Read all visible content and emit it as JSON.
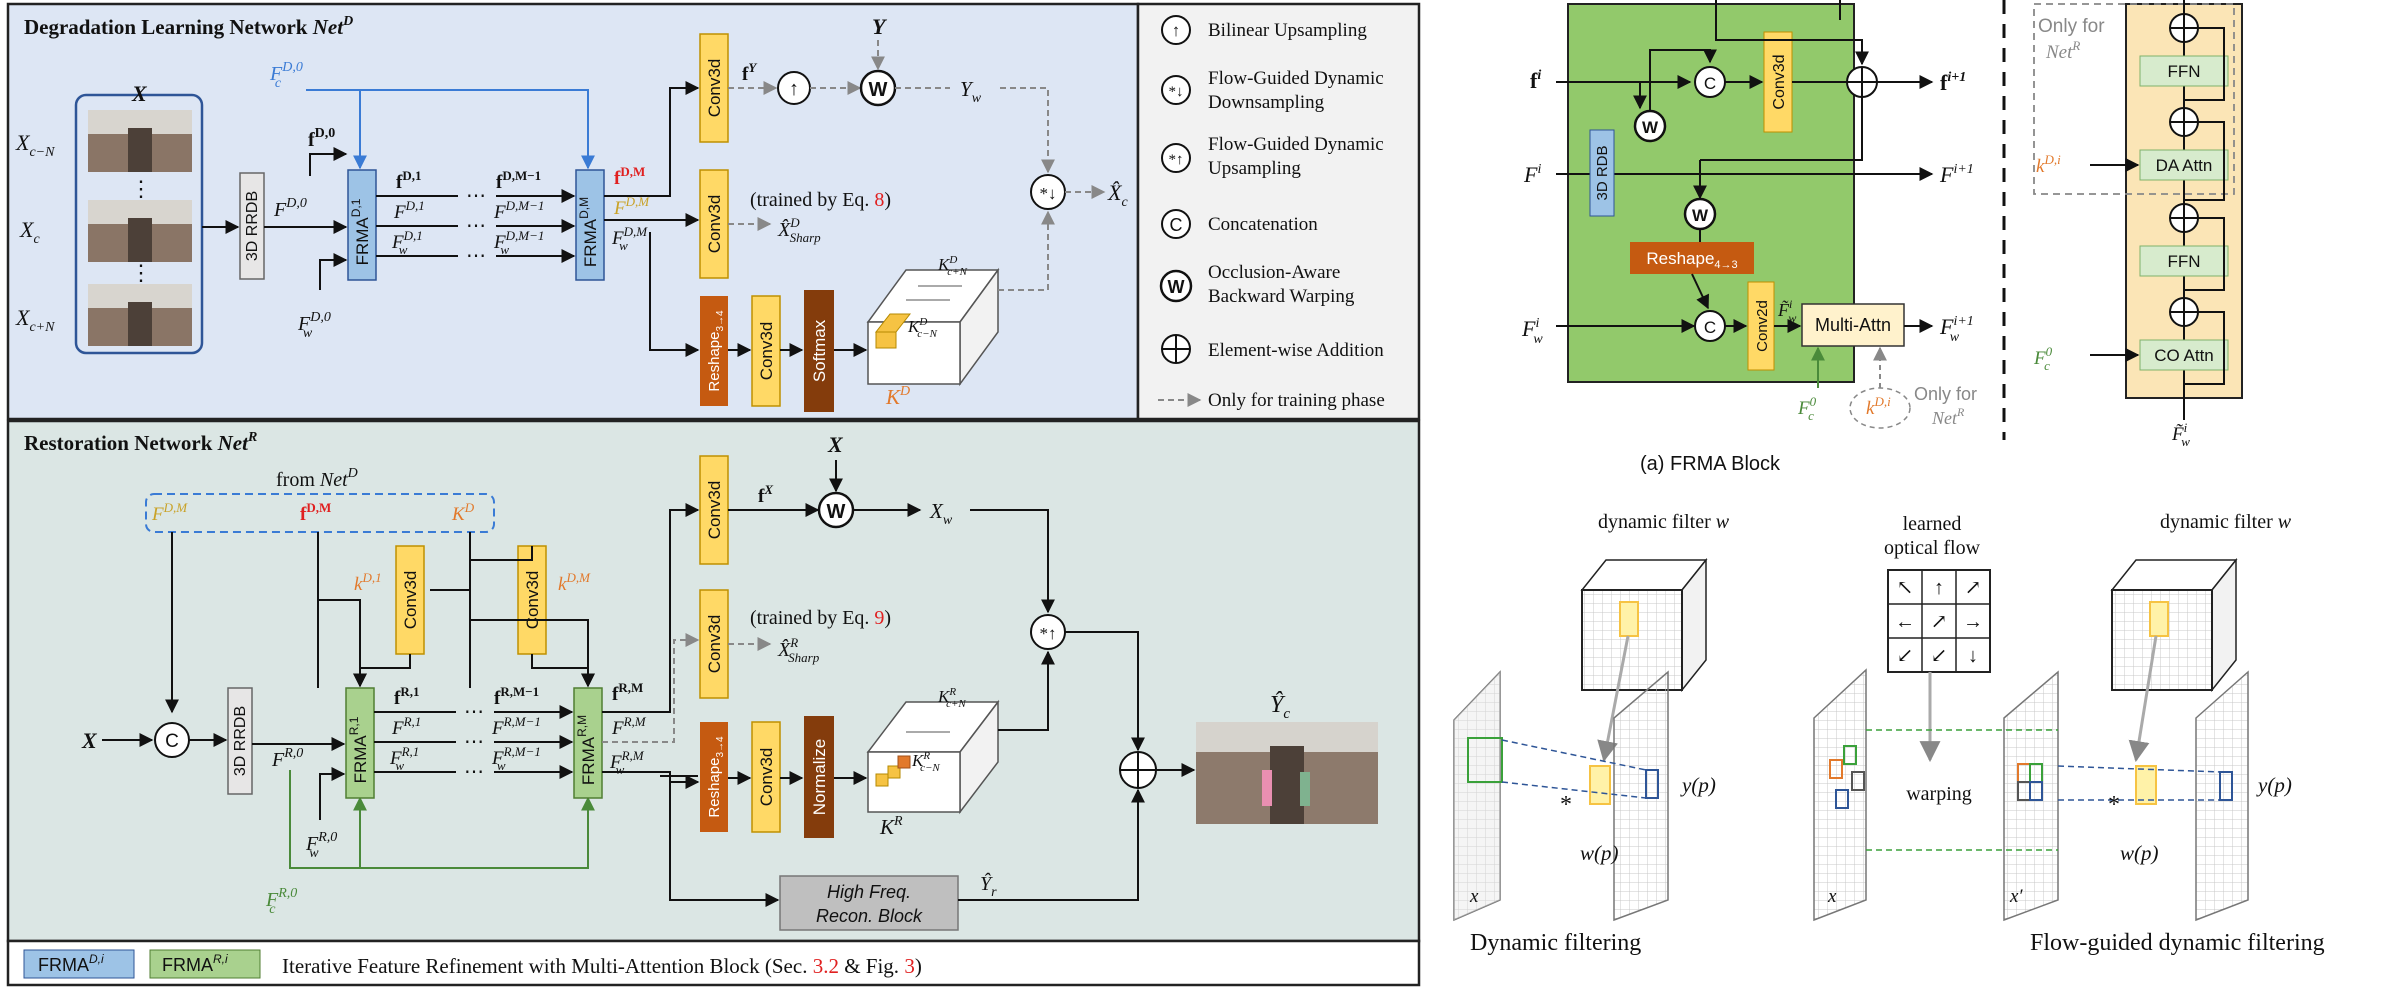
{
  "colors": {
    "panel_deg": "#dde6f4",
    "panel_res": "#dbe6e4",
    "legend_bg": "#f2f2f2",
    "frma_d": "#9dc3e6",
    "frma_r": "#a9d18e",
    "conv": "#ffd966",
    "reshape": "#c55a11",
    "softmax": "#843c0c",
    "rrdb": "#e7e6e6",
    "frma_block_bg": "#92c96b",
    "attn_stack_bg": "#fbe5b6",
    "attn_box": "#d7ebcd",
    "blue_flow": "#3a7bd5",
    "orange_text": "#e2792b",
    "gold_text": "#c9a227",
    "green_text": "#4a8a3a",
    "red_text": "#e02020",
    "kernel_gold": "#f6c343"
  },
  "deg": {
    "title": "Degradation Learning Network",
    "title_sym": "Net",
    "title_sup": "D",
    "X": "X",
    "x_cm": "X",
    "x_cm_sub": "c−N",
    "x_c": "X",
    "x_c_sub": "c",
    "x_cp": "X",
    "x_cp_sub": "c+N",
    "dots": "⋮",
    "rrdb": "3D RRDB",
    "fd0": "F",
    "fd0_sup": "D,0",
    "bf0": "f",
    "bf0_sup": "D,0",
    "fc0": "F",
    "fc0_sup": "D,0",
    "fc0_sub": "c",
    "fw0": "F",
    "fw0_sup": "D,0",
    "fw0_sub": "w",
    "frma1": "FRMA",
    "frma1_sup": "D,1",
    "frmaM": "FRMA",
    "frmaM_sup": "D,M",
    "b1": "f",
    "b1_sup": "D,1",
    "f1": "F",
    "f1_sup": "D,1",
    "w1": "F",
    "w1_sup": "D,1",
    "w1_sub": "w",
    "bM1": "f",
    "bM1_sup": "D,M−1",
    "fM1": "F",
    "fM1_sup": "D,M−1",
    "wM1": "F",
    "wM1_sup": "D,M−1",
    "wM1_sub": "w",
    "ellipsis": "⋯",
    "bM": "f",
    "bM_sup": "D,M",
    "fM": "F",
    "fM_sup": "D,M",
    "wM": "F",
    "wM_sup": "D,M",
    "wM_sub": "w",
    "conv3d": "Conv3d",
    "fY": "f",
    "fY_sup": "Y",
    "Y": "Y",
    "Yw": "Y",
    "Yw_sub": "w",
    "xhat_c": "X̂",
    "xhat_c_sub": "c",
    "trained1": "(trained by Eq. ",
    "trained1_ref": "8",
    "trained1_end": ")",
    "xsharp": "X̂",
    "xsharp_sup": "D",
    "xsharp_sub": "Sharp",
    "reshape": "Reshape",
    "reshape_sub": "3→4",
    "softmax": "Softmax",
    "KD": "K",
    "KD_sup": "D",
    "kc_np": "K",
    "kc_np_sup": "D",
    "kc_np_sub": "c+N",
    "kc_nm": "K",
    "kc_nm_sup": "D",
    "kc_nm_sub": "c−N"
  },
  "legend": {
    "up_sym": "↑",
    "up": "Bilinear Upsampling",
    "down_sym": "*↓",
    "down1": "Flow-Guided Dynamic",
    "down2": "Downsampling",
    "upd_sym": "*↑",
    "upd1": "Flow-Guided Dynamic",
    "upd2": "Upsampling",
    "cat_sym": "C",
    "cat": "Concatenation",
    "warp_sym": "W",
    "warp1": "Occlusion-Aware",
    "warp2": "Backward Warping",
    "add_sym": "+",
    "add": "Element-wise Addition",
    "train": "Only for training phase"
  },
  "res": {
    "title": "Restoration Network",
    "title_sym": "Net",
    "title_sup": "R",
    "from": "from ",
    "from_sym": "Net",
    "from_sup": "D",
    "fdm": "F",
    "fdm_sup": "D,M",
    "bdm": "f",
    "bdm_sup": "D,M",
    "kd": "K",
    "kd_sup": "D",
    "kd1": "k",
    "kd1_sup": "D,1",
    "kdm": "k",
    "kdm_sup": "D,M",
    "conv3d": "Conv3d",
    "X": "X",
    "cat": "C",
    "rrdb": "3D RRDB",
    "fr0": "F",
    "fr0_sup": "R,0",
    "fw0": "F",
    "fw0_sup": "R,0",
    "fw0_sub": "w",
    "fc0": "F",
    "fc0_sup": "R,0",
    "fc0_sub": "c",
    "frma1": "FRMA",
    "frma1_sup": "R,1",
    "frmaM": "FRMA",
    "frmaM_sup": "R,M",
    "b1": "f",
    "b1_sup": "R,1",
    "f1": "F",
    "f1_sup": "R,1",
    "w1": "F",
    "w1_sup": "R,1",
    "w1_sub": "w",
    "bM1": "f",
    "bM1_sup": "R,M−1",
    "fM1": "F",
    "fM1_sup": "R,M−1",
    "wM1": "F",
    "wM1_sup": "R,M−1",
    "wM1_sub": "w",
    "ellipsis": "⋯",
    "bM": "f",
    "bM_sup": "R,M",
    "fM": "F",
    "fM_sup": "R,M",
    "wM": "F",
    "wM_sup": "R,M",
    "wM_sub": "w",
    "fX": "f",
    "fX_sup": "X",
    "Xw": "X",
    "Xw_sub": "w",
    "trained2": "(trained by Eq. ",
    "trained2_ref": "9",
    "trained2_end": ")",
    "xsharp": "X̂",
    "xsharp_sup": "R",
    "xsharp_sub": "Sharp",
    "reshape": "Reshape",
    "reshape_sub": "3→4",
    "normalize": "Normalize",
    "KR": "K",
    "KR_sup": "R",
    "kc_np": "K",
    "kc_np_sup": "R",
    "kc_np_sub": "c+N",
    "kc_nm": "K",
    "kc_nm_sup": "R",
    "kc_nm_sub": "c−N",
    "hf1": "High Freq.",
    "hf2": "Recon. Block",
    "yr": "Ŷ",
    "yr_sub": "r",
    "yc": "Ŷ",
    "yc_sub": "c"
  },
  "footer": {
    "d": "FRMA",
    "d_sup": "D,i",
    "r": "FRMA",
    "r_sup": "R,i",
    "caption": "Iterative Feature Refinement with Multi-Attention Block (Sec. ",
    "ref1": "3.2",
    "mid": " & Fig. ",
    "ref2": "3",
    "end": ")"
  },
  "frma": {
    "fi": "f",
    "fi_sup": "i",
    "Fi": "F",
    "Fi_sup": "i",
    "Fwi": "F",
    "Fwi_sup": "i",
    "Fwi_sub": "w",
    "fo": "f",
    "fo_sup": "i+1",
    "Fo": "F",
    "Fo_sup": "i+1",
    "Fwo": "F",
    "Fwo_sup": "i+1",
    "Fwo_sub": "w",
    "rdb": "3D RDB",
    "conv3d": "Conv3d",
    "reshape": "Reshape",
    "reshape_sub": "4→3",
    "conv2d": "Conv2d",
    "fwt": "F̃",
    "fwt_sup": "i",
    "fwt_sub": "w",
    "multiattn": "Multi-Attn",
    "fc0": "F",
    "fc0_sup": "0",
    "fc0_sub": "c",
    "kdi": "k",
    "kdi_sup": "D,i",
    "onlyfor": "Only for",
    "onlyfor_sym": "Net",
    "onlyfor_sup": "R",
    "caption": "(a) FRMA Block",
    "st_only": "Only for",
    "st_only_sym": "Net",
    "st_only_sup": "R",
    "ffn": "FFN",
    "da": "DA Attn",
    "co": "CO Attn",
    "st_kdi": "k",
    "st_kdi_sup": "D,i",
    "st_fc0": "F",
    "st_fc0_sup": "0",
    "st_fc0_sub": "c",
    "st_out": "F̃",
    "st_out_sup": "i",
    "st_out_sub": "w"
  },
  "filter": {
    "dyn1": "dynamic filter ",
    "dyn1_w": "w",
    "learned1": "learned",
    "learned2": "optical flow",
    "dyn2": "dynamic filter ",
    "dyn2_w": "w",
    "x": "x",
    "star": "*",
    "yp": "y(p)",
    "wp": "w(p)",
    "warping": "warping",
    "x2": "x",
    "xp": "x′",
    "star2": "*",
    "yp2": "y(p)",
    "wp2": "w(p)",
    "arrows": [
      "↖",
      "↑",
      "↗",
      "←",
      "↗",
      "→",
      "↙",
      "↙",
      "↓"
    ],
    "cap1": "Dynamic filtering",
    "cap2": "Flow-guided dynamic filtering"
  }
}
